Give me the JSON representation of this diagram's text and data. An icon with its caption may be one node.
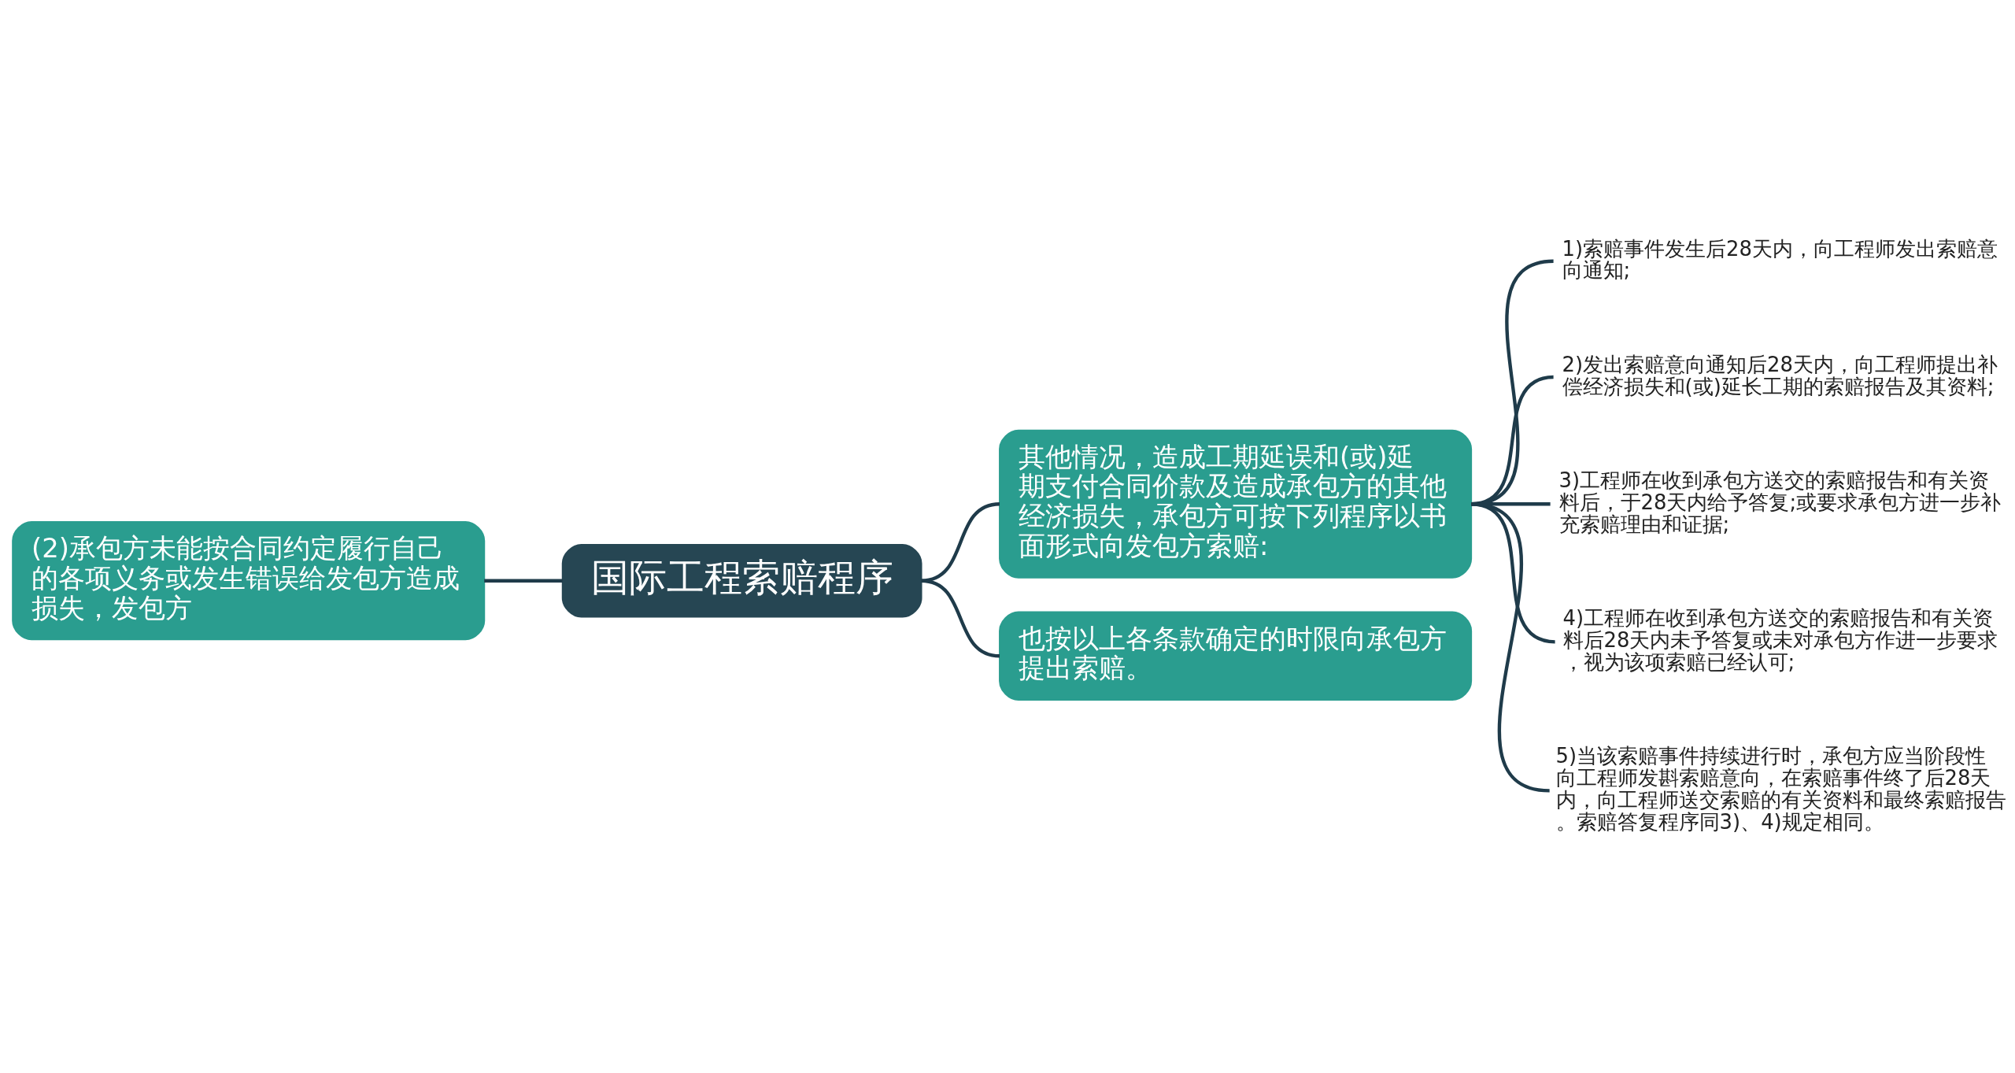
{
  "diagram": {
    "nodes": [
      {
        "text": [
          "国际工程索赔程序"
        ]
      },
      {
        "text": [
          "(2)承包方未能按合同约定履行自己的各项义务或发生错误给发包方造成损失，发包方"
        ]
      },
      {
        "text": [
          "其他情况，造成工期延误和(或)延期支付合同价款及造成承包方的其他经济损失，承包方可按下列程序以书面形式向发包方索赔:"
        ]
      },
      {
        "text": [
          "1)索赔事件发生后28天内，向工程师发出索赔意向通知;"
        ]
      },
      {
        "text": [
          "2)发出索赔意向通知后28天内，向工程师提出补偿经济损失和(或)延长工期的索赔报告及其资料;"
        ]
      },
      {
        "text": [
          "3)工程师在收到承包方送交的索赔报告和有关资料后，于28天内给予答复;或要求承包方进一步补充索赔理由和证据;"
        ]
      },
      {
        "text": [
          "4)工程师在收到承包方送交的索赔报告和有关资料后28天内未予答复或未对承包方作进一步要求，视为该项索赔已经认可;"
        ]
      },
      {
        "text": [
          "5)当该索赔事件持续进行时，承包方应当阶段性向工程师发斟索赔意向，在索赔事件终了后28天内，向工程师送交索赔的有关资料和最终索赔报告。索赔答复程序同3)、4)规定相同。"
        ]
      },
      {
        "text": [
          "也按以上各条款确定的时限向承包方提出索赔。"
        ]
      }
    ],
    "edges": [
      {
        "from": 1,
        "to": 0,
        "arrow": "none"
      },
      {
        "from": 0,
        "to": 2,
        "arrow": "none"
      },
      {
        "from": 0,
        "to": 8,
        "arrow": "none"
      },
      {
        "from": 2,
        "to": 3,
        "arrow": "none"
      },
      {
        "from": 2,
        "to": 4,
        "arrow": "none"
      },
      {
        "from": 2,
        "to": 5,
        "arrow": "none"
      },
      {
        "from": 2,
        "to": 6,
        "arrow": "none"
      },
      {
        "from": 2,
        "to": 7,
        "arrow": "none"
      }
    ]
  }
}
